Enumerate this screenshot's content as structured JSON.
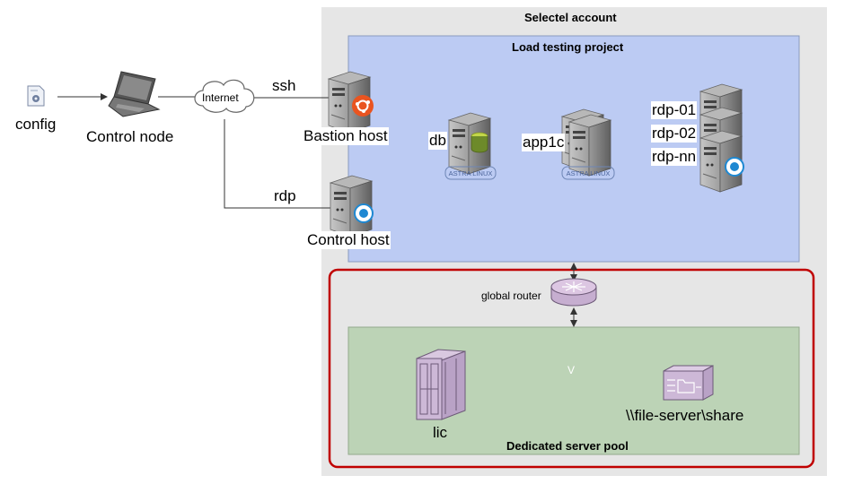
{
  "regions": {
    "account": "Selectel account",
    "project": "Load testing project",
    "pool": "Dedicated server pool"
  },
  "nodes": {
    "config": "config",
    "control_node": "Control node",
    "internet": "Internet",
    "bastion": "Bastion host",
    "control_host": "Control host",
    "db": "db",
    "app": "app1c",
    "rdp_01": "rdp-01",
    "rdp_02": "rdp-02",
    "rdp_nn": "rdp-nn",
    "router": "global router",
    "lic": "lic",
    "file_server": "\\\\file-server\\share",
    "pool_mark": "V"
  },
  "edges": {
    "ssh": "ssh",
    "rdp": "rdp"
  },
  "badges": {
    "astra": "ASTRA LINUX"
  },
  "colors": {
    "account_bg": "#e6e6e6",
    "project_bg": "#bccbf3",
    "pool_bg": "#bcd3b6",
    "highlight": "#c00000",
    "router": "#d9c2de",
    "purple_device": "#cdb8d7",
    "server_gray": "#8c8c8c"
  },
  "icons": [
    "file-gear-icon",
    "laptop-icon",
    "cloud-icon",
    "server-icon",
    "ubuntu-icon",
    "windows-icon",
    "db-icon",
    "router-icon",
    "server-rack-icon",
    "file-share-icon"
  ]
}
